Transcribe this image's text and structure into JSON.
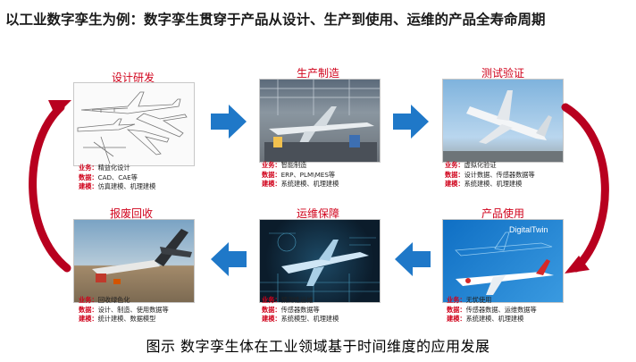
{
  "title": "以工业数字孪生为例：数字孪生贯穿于产品从设计、生产到使用、运维的产品全寿命周期",
  "colors": {
    "stage_title": "#d0021b",
    "arrow_blue": "#1f78c8",
    "cycle_red": "#b8001f"
  },
  "stages": [
    {
      "name": "设计研发",
      "lines": [
        {
          "k": "业务：",
          "v": "精益化设计"
        },
        {
          "k": "数据：",
          "v": "CAD、CAE等"
        },
        {
          "k": "建模：",
          "v": "仿真建模、机理建模"
        }
      ]
    },
    {
      "name": "生产制造",
      "lines": [
        {
          "k": "业务：",
          "v": "智能制造"
        },
        {
          "k": "数据：",
          "v": "ERP、PLM\\MES等"
        },
        {
          "k": "建模：",
          "v": "系统建模、机理建模"
        }
      ]
    },
    {
      "name": "测试验证",
      "lines": [
        {
          "k": "业务：",
          "v": "虚拟化验证"
        },
        {
          "k": "数据：",
          "v": "设计数据、传感器数据等"
        },
        {
          "k": "建模：",
          "v": "系统建模、机理建模"
        }
      ]
    },
    {
      "name": "产品使用",
      "overlay": "DigitalTwin",
      "lines": [
        {
          "k": "业务：",
          "v": "无忧使用"
        },
        {
          "k": "数据：",
          "v": "传感器数据、运维数据等"
        },
        {
          "k": "建模：",
          "v": "系统建模、机理建模"
        }
      ]
    },
    {
      "name": "运维保障",
      "lines": [
        {
          "k": "业务：",
          "v": "预测性运维"
        },
        {
          "k": "数据：",
          "v": "传感器数据等"
        },
        {
          "k": "建模：",
          "v": "系统模型、机理建模"
        }
      ]
    },
    {
      "name": "报废回收",
      "lines": [
        {
          "k": "业务：",
          "v": "回收绿色化"
        },
        {
          "k": "数据：",
          "v": "设计、制造、使用数据等"
        },
        {
          "k": "建模：",
          "v": "统计建模、数据模型"
        }
      ]
    }
  ],
  "caption": "图示    数字孪生体在工业领域基于时间维度的应用发展"
}
